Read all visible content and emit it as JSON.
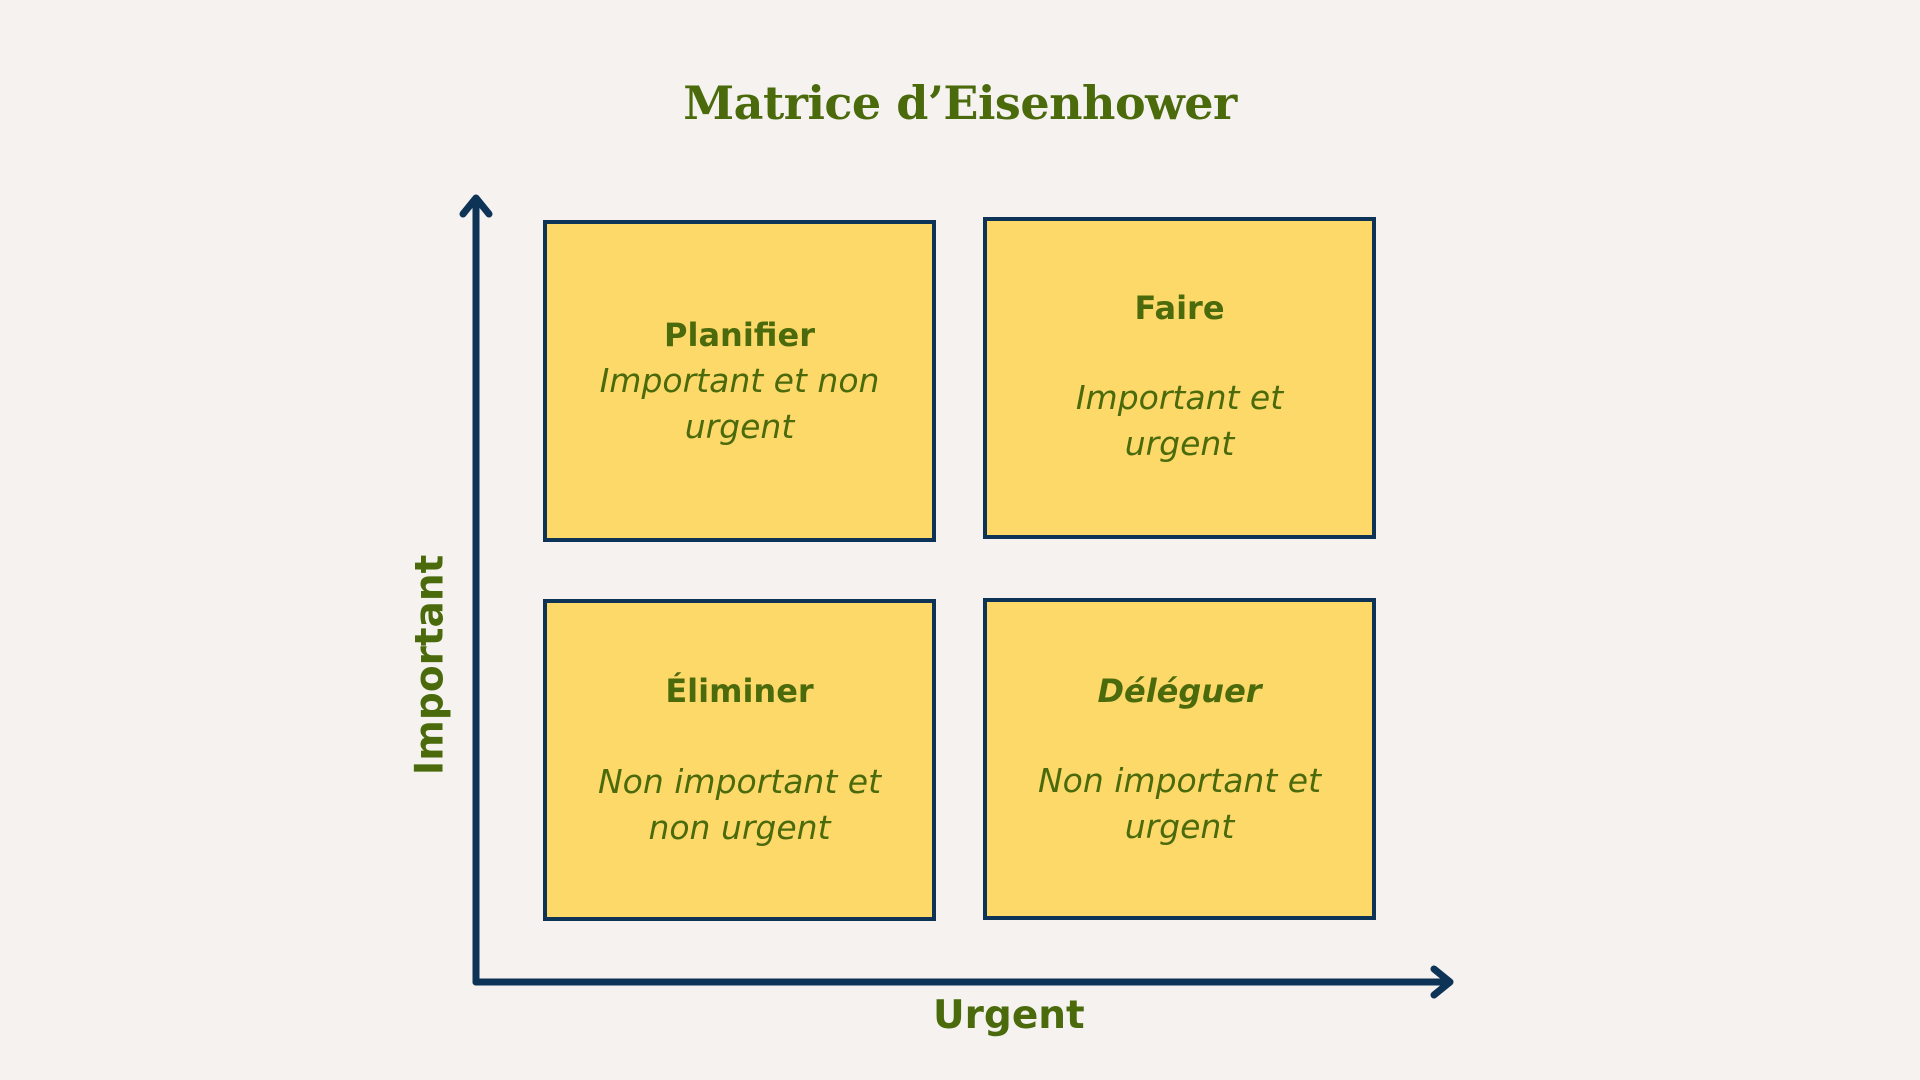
{
  "colors": {
    "background": "#f5f2ef",
    "title": "#4a6a0c",
    "text": "#4a6a0c",
    "quad_fill": "#fdd96a",
    "border": "#0d3357",
    "axis": "#0d3357"
  },
  "title": "Matrice d’Eisenhower",
  "axes": {
    "x_label": "Urgent",
    "y_label": "Important"
  },
  "quadrants": [
    {
      "id": "planifier",
      "heading": "Planifier",
      "heading_italic": false,
      "subtitle": "Important et non urgent"
    },
    {
      "id": "faire",
      "heading": "Faire",
      "heading_italic": false,
      "subtitle": "Important et urgent"
    },
    {
      "id": "eliminer",
      "heading": "Éliminer",
      "heading_italic": false,
      "subtitle": "Non important et non urgent"
    },
    {
      "id": "deleguer",
      "heading": "Déléguer",
      "heading_italic": true,
      "subtitle": "Non important et urgent"
    }
  ]
}
